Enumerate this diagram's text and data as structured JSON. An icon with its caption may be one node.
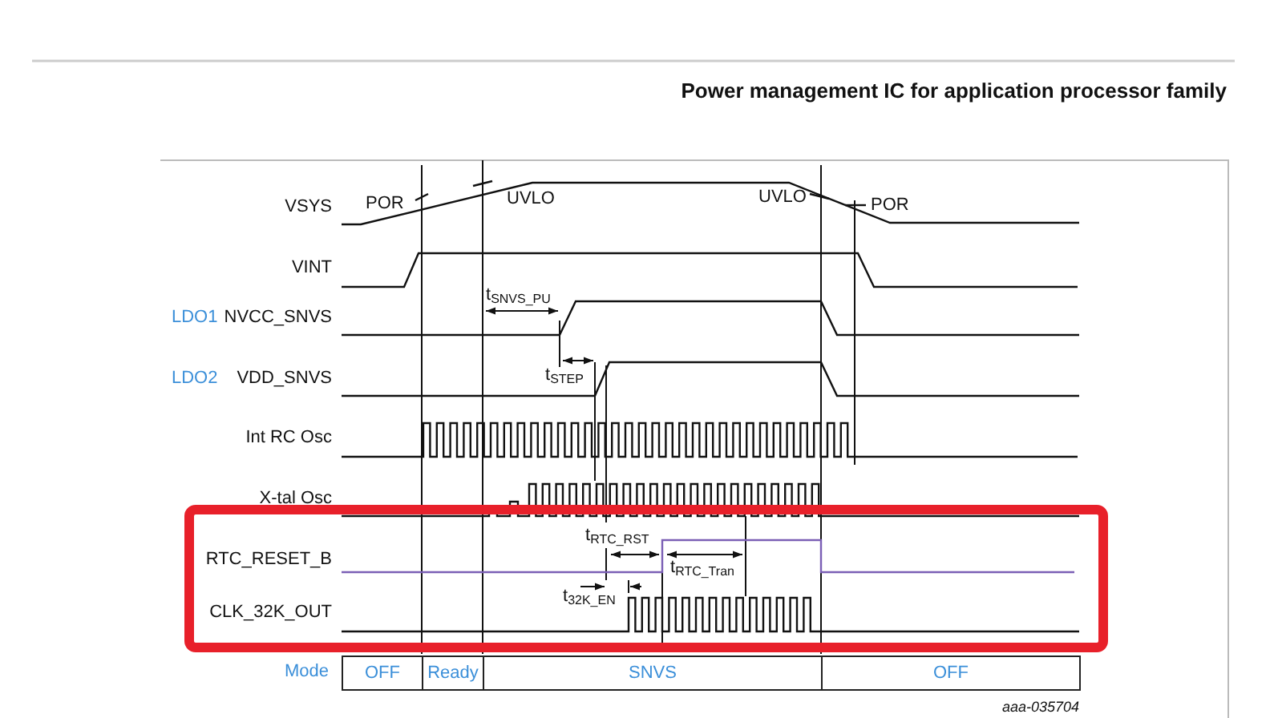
{
  "diagram": {
    "nodes": [
      {
        "text": [
          "OFF"
        ]
      },
      {
        "text": [
          "Ready"
        ]
      },
      {
        "text": [
          "SNVS"
        ]
      },
      {
        "text": [
          "OFF"
        ]
      }
    ],
    "edges": [],
    "labels": [
      "Power management IC for application processor family",
      "VSYS",
      "POR",
      "UVLO",
      "UVLO",
      "POR",
      "VINT",
      "LDO1",
      "NVCC_SNVS",
      "t$_{SNVS_PU}$",
      "LDO2",
      "VDD_SNVS",
      "t$_{STEP}$",
      "Int RC Osc",
      "X-tal Osc",
      "t$_{RTC_RST}$",
      "RTC_RESET_B",
      "t$_{RTC_Tran}$",
      "t$_{32K_EN}$",
      "CLK_32K_OUT",
      "Mode",
      "aaa-035704"
    ]
  }
}
